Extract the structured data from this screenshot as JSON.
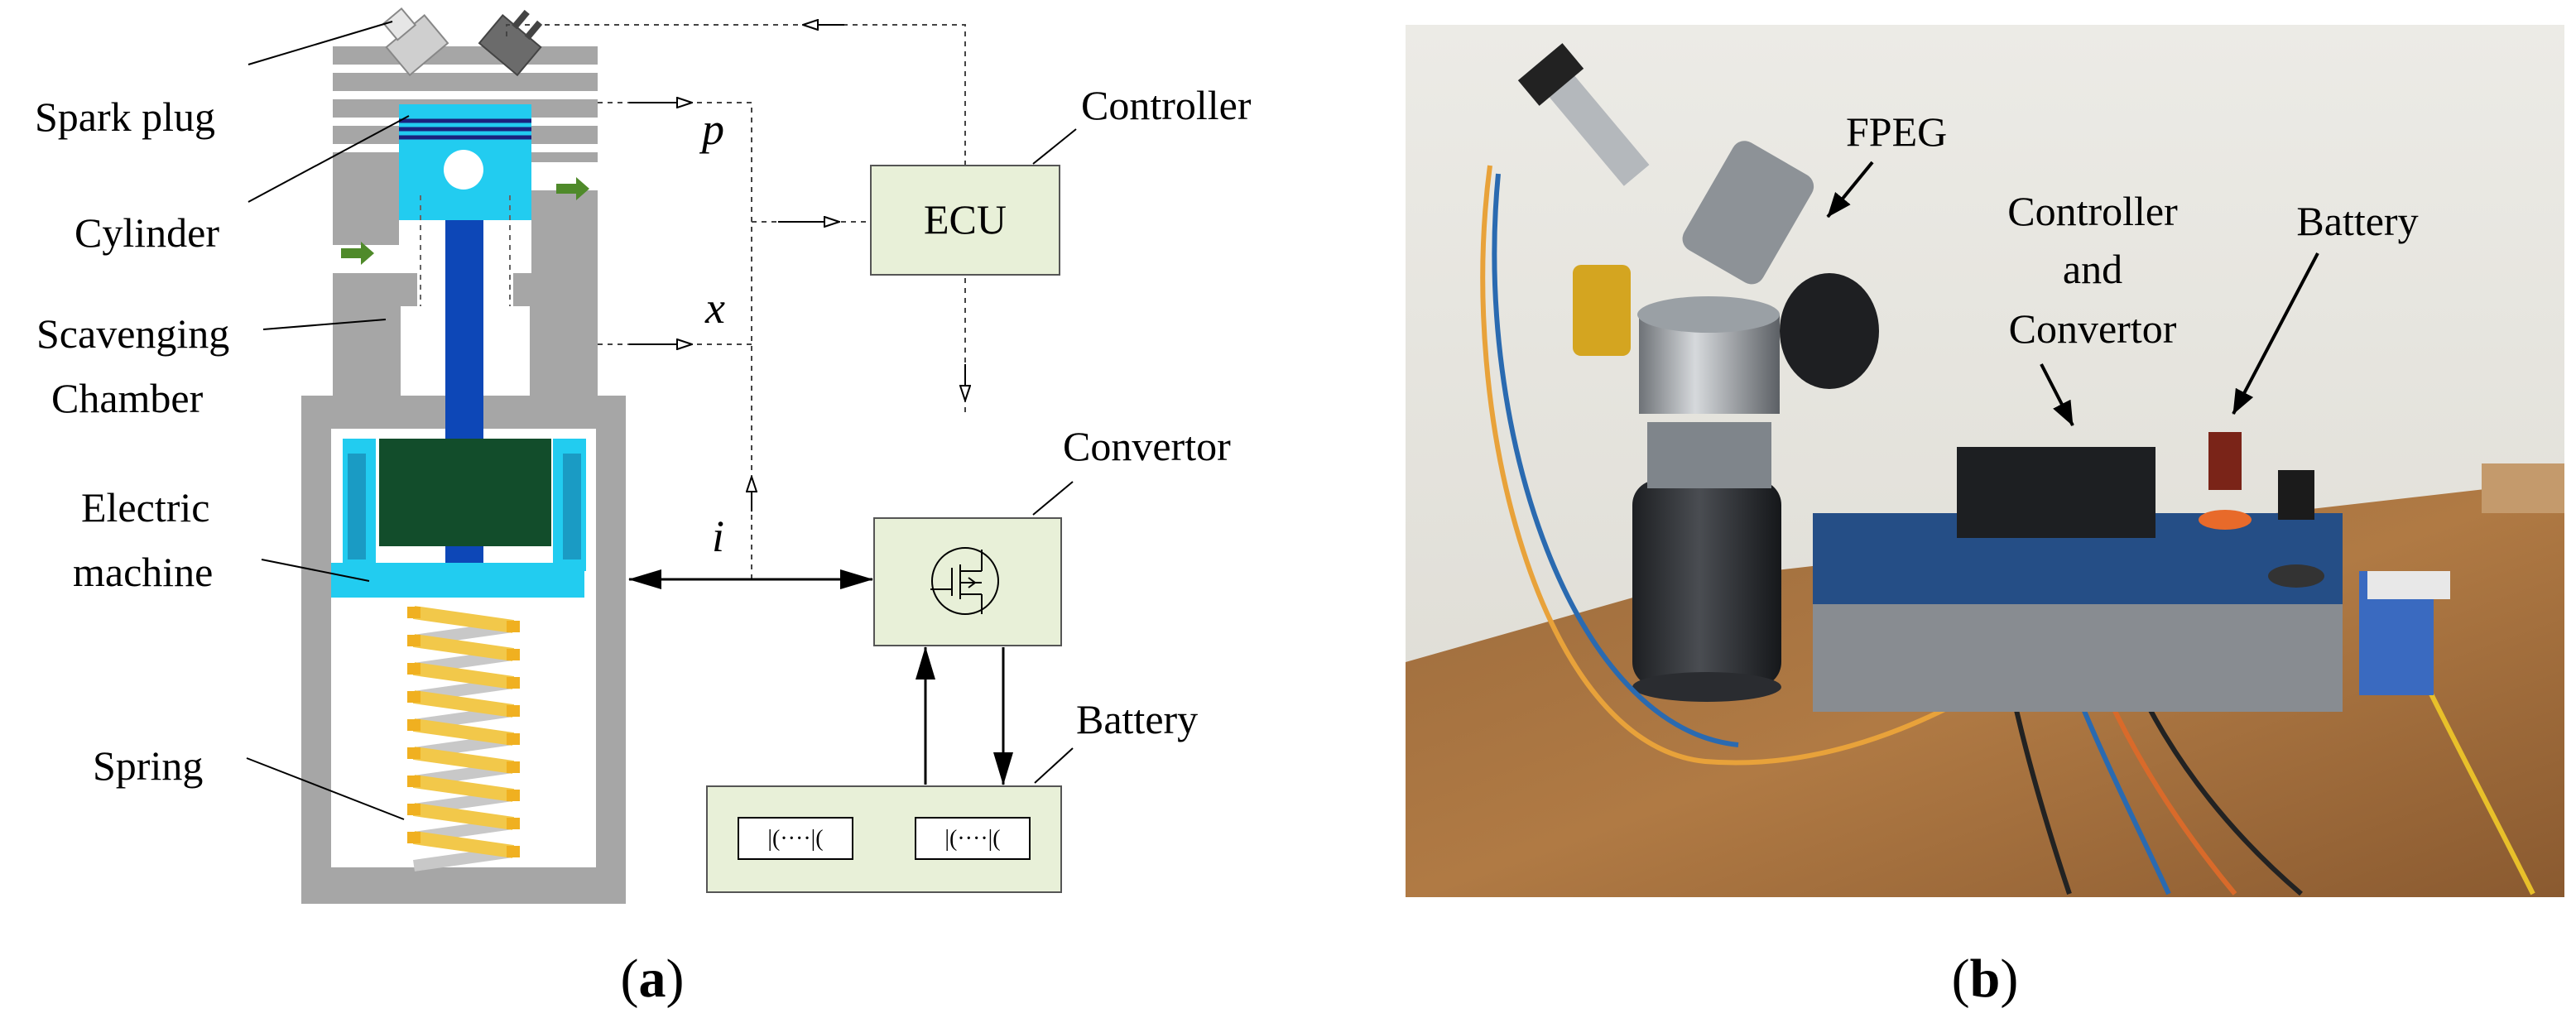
{
  "figure": {
    "panel_a": {
      "caption_open": "(",
      "caption_letter": "a",
      "caption_close": ")",
      "labels": {
        "spark_plug": "Spark plug",
        "cylinder": "Cylinder",
        "scavenging_1": "Scavenging",
        "scavenging_2": "Chamber",
        "electric_1": "Electric",
        "electric_2": "machine",
        "spring": "Spring",
        "controller": "Controller",
        "convertor": "Convertor",
        "battery": "Battery",
        "ecu": "ECU"
      },
      "signals": {
        "pressure": "p",
        "position": "x",
        "current": "i"
      },
      "battery_cell_text": "|(····|("
    },
    "panel_b": {
      "caption_open": "(",
      "caption_letter": "b",
      "caption_close": ")",
      "labels": {
        "fpeg": "FPEG",
        "ctrl_1": "Controller",
        "ctrl_2": "and",
        "ctrl_3": "Convertor",
        "battery": "Battery"
      }
    }
  },
  "colors": {
    "housing": "#a6a6a6",
    "housing_dark": "#8c8c8c",
    "piston": "#22ccf0",
    "rod": "#0d47b7",
    "rod_stripe": "#1a237e",
    "winding": "#124d2b",
    "spring_gold": "#f2c84a",
    "spring_gray": "#c8c8c8",
    "block_fill": "#e8f0d8",
    "arrow_green": "#4f8a2a"
  }
}
